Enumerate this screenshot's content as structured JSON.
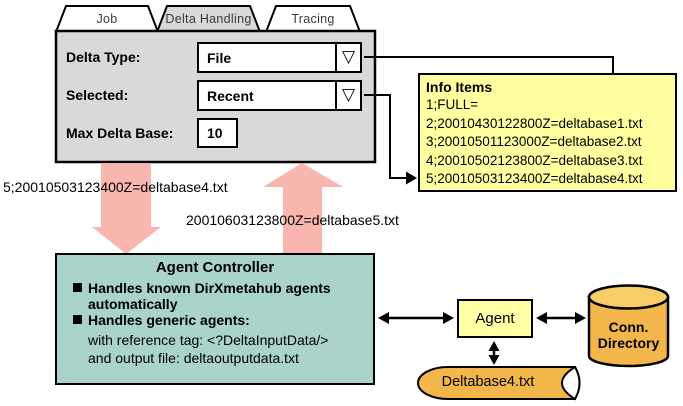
{
  "glyphs": {
    "dropdown": "▽"
  },
  "colors": {
    "dialog_gray": "#d9d9d9",
    "info_yellow": "#ffffa0",
    "agent_yellow": "#ffffa6",
    "controller_teal": "#a9d3cb",
    "storage_orange": "#f3b64b",
    "storage_orange_light": "#f8cc66",
    "arrow_pink": "#f8b6ae",
    "outline": "#000000"
  },
  "dialog": {
    "tabs": [
      {
        "label": "Job",
        "selected": false
      },
      {
        "label": "Delta Handling",
        "selected": true
      },
      {
        "label": "Tracing",
        "selected": false
      }
    ],
    "delta_type": {
      "label": "Delta Type:",
      "value": "File"
    },
    "selected": {
      "label": "Selected:",
      "value": "Recent"
    },
    "max_delta_base": {
      "label": "Max Delta Base:",
      "value": "10"
    }
  },
  "info_box": {
    "title": "Info Items",
    "items": [
      "1;FULL=",
      "2;20010430122800Z=deltabase1.txt",
      "3;20010501123000Z=deltabase2.txt",
      "4;20010502123800Z=deltabase3.txt",
      "5;20010503123400Z=deltabase4.txt"
    ]
  },
  "flow_labels": {
    "to_controller": "5;20010503123400Z=deltabase4.txt",
    "from_controller": "20010603123800Z=deltabase5.txt"
  },
  "agent_controller": {
    "title": "Agent Controller",
    "bullets": [
      "Handles known DirXmetahub agents automatically",
      "Handles generic agents:"
    ],
    "details": [
      "with reference tag: <?DeltaInputData/>",
      "and output file: deltaoutputdata.txt"
    ]
  },
  "agent": {
    "label": "Agent"
  },
  "conn_directory": {
    "label_line1": "Conn.",
    "label_line2": "Directory"
  },
  "deltabase_file": {
    "label": "Deltabase4.txt"
  }
}
